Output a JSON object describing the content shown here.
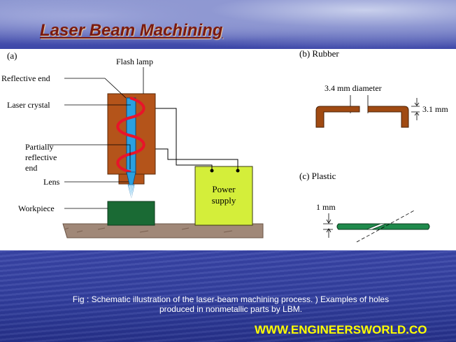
{
  "slide": {
    "title": "Laser Beam Machining",
    "caption_line1": "Fig :  Schematic illustration of the laser-beam machining process. ) Examples of holes",
    "caption_line2": "produced in nonmetallic parts by LBM.",
    "footer": "WWW.ENGINEERSWORLD.CO"
  },
  "diagram": {
    "panel_a": {
      "label": "(a)",
      "flash_lamp": "Flash  lamp",
      "reflective_end": "Reflective end",
      "laser_crystal": "Laser  crystal",
      "partially_reflective_1": "Partially",
      "partially_reflective_2": "reflective",
      "partially_reflective_3": "end",
      "lens": "Lens",
      "workpiece": "Workpiece",
      "power_supply_1": "Power",
      "power_supply_2": "supply"
    },
    "panel_b": {
      "label": "(b)  Rubber",
      "diameter": "3.4 mm  diameter",
      "thickness": "3.1  mm"
    },
    "panel_c": {
      "label": "(c)  Plastic",
      "thickness": "1  mm"
    }
  },
  "colors": {
    "housing": "#b4541a",
    "power_box": "#d4ee3a",
    "workpiece": "#1a6a34",
    "table": "#a08878",
    "crystal": "#2aa0e0",
    "lamp": "#e8142a",
    "rubber": "#a04a12",
    "plastic": "#1f8a4c",
    "title": "#7a1a10",
    "footer": "#ffff00"
  }
}
